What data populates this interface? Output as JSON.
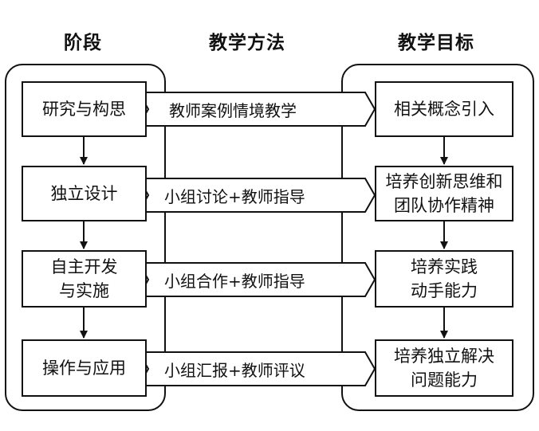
{
  "headers": {
    "stage": "阶段",
    "method": "教学方法",
    "goal": "教学目标"
  },
  "rows": [
    {
      "stage": "研究与构思",
      "method": "教师案例情境教学",
      "goal": "相关概念引入"
    },
    {
      "stage": "独立设计",
      "method": "小组讨论+教师指导",
      "goal": "培养创新思维和\n团队协作精神"
    },
    {
      "stage": "自主开发\n与实施",
      "method": "小组合作+教师指导",
      "goal": "培养实践\n动手能力"
    },
    {
      "stage": "操作与应用",
      "method": "小组汇报+教师评议",
      "goal": "培养独立解决\n问题能力"
    }
  ]
}
